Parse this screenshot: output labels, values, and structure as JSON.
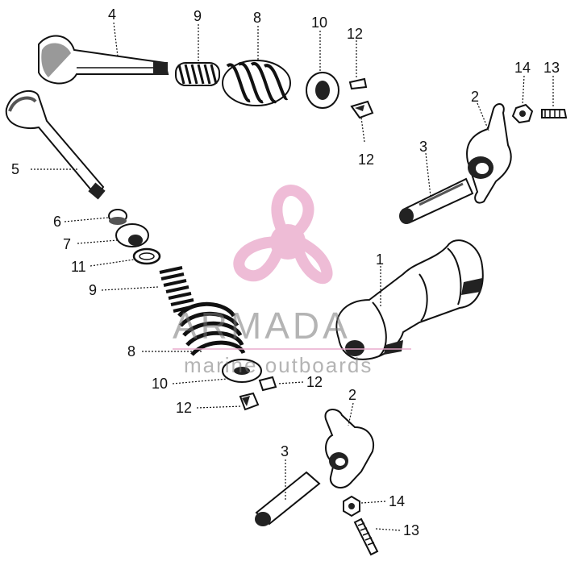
{
  "labels": {
    "p4": "4",
    "p9a": "9",
    "p8a": "8",
    "p10a": "10",
    "p12a": "12",
    "p12b": "12",
    "p14a": "14",
    "p13a": "13",
    "p2a": "2",
    "p3a": "3",
    "p5": "5",
    "p6": "6",
    "p7": "7",
    "p11": "11",
    "p9b": "9",
    "p1": "1",
    "p8b": "8",
    "p10b": "10",
    "p12c": "12",
    "p12d": "12",
    "p2b": "2",
    "p3b": "3",
    "p14b": "14",
    "p13b": "13"
  },
  "watermark": {
    "brand": "ARMADA",
    "tagline": "marine outboards",
    "logo_color": "#e9a6c9",
    "text_color": "#777777"
  }
}
